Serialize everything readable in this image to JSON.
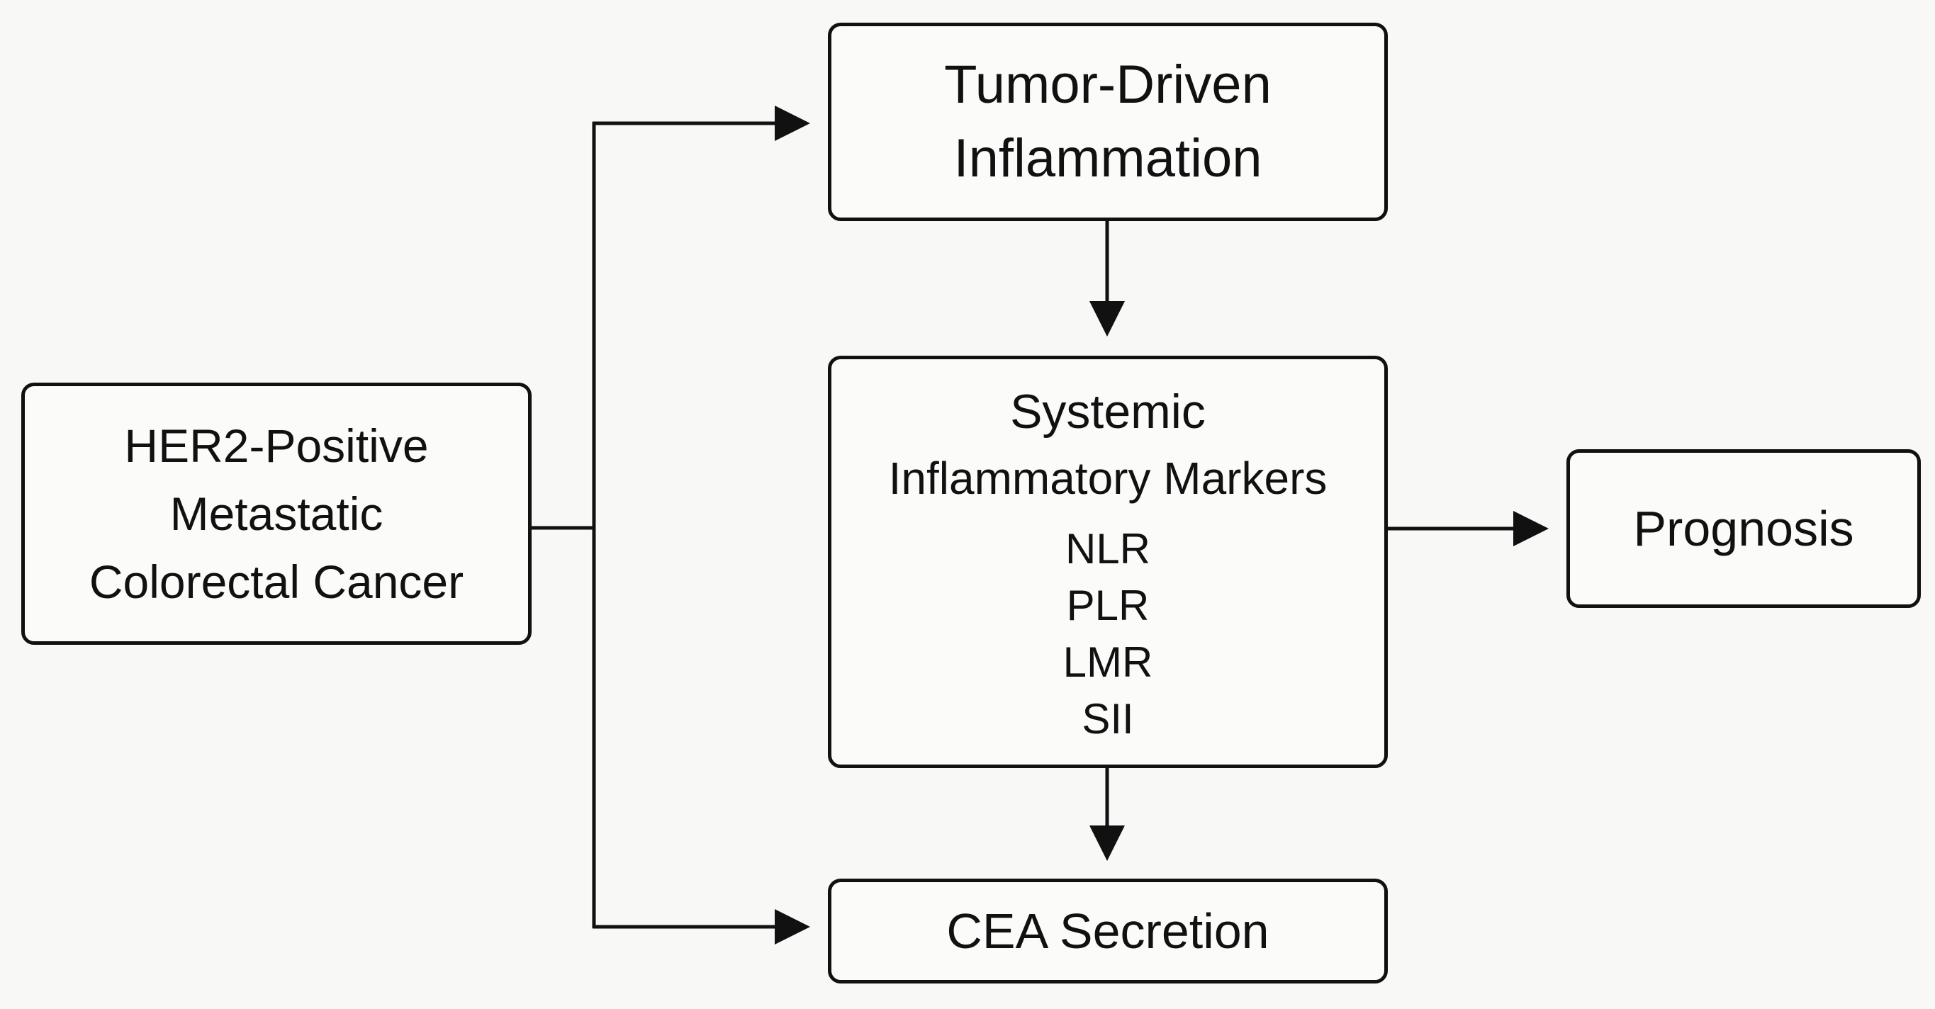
{
  "nodes": {
    "her2": {
      "lines": [
        "HER2-Positive",
        "Metastatic",
        "Colorectal Cancer"
      ]
    },
    "tumor": {
      "lines": [
        "Tumor-Driven",
        "Inflammation"
      ]
    },
    "markers": {
      "title": "Systemic",
      "subtitle": "Inflammatory Markers",
      "items": [
        "NLR",
        "PLR",
        "LMR",
        "SII"
      ]
    },
    "cea": {
      "label": "CEA Secretion"
    },
    "prognosis": {
      "label": "Prognosis"
    }
  },
  "edges": [
    {
      "from": "HER2-Positive Metastatic Colorectal Cancer",
      "to": "Tumor-Driven Inflammation"
    },
    {
      "from": "HER2-Positive Metastatic Colorectal Cancer",
      "to": "CEA Secretion"
    },
    {
      "from": "Tumor-Driven Inflammation",
      "to": "Systemic Inflammatory Markers"
    },
    {
      "from": "Systemic Inflammatory Markers",
      "to": "CEA Secretion"
    },
    {
      "from": "Systemic Inflammatory Markers",
      "to": "Prognosis"
    }
  ],
  "colors": {
    "stroke": "#111111",
    "background": "#f8f8f6",
    "box_fill": "#fbfbfa"
  }
}
